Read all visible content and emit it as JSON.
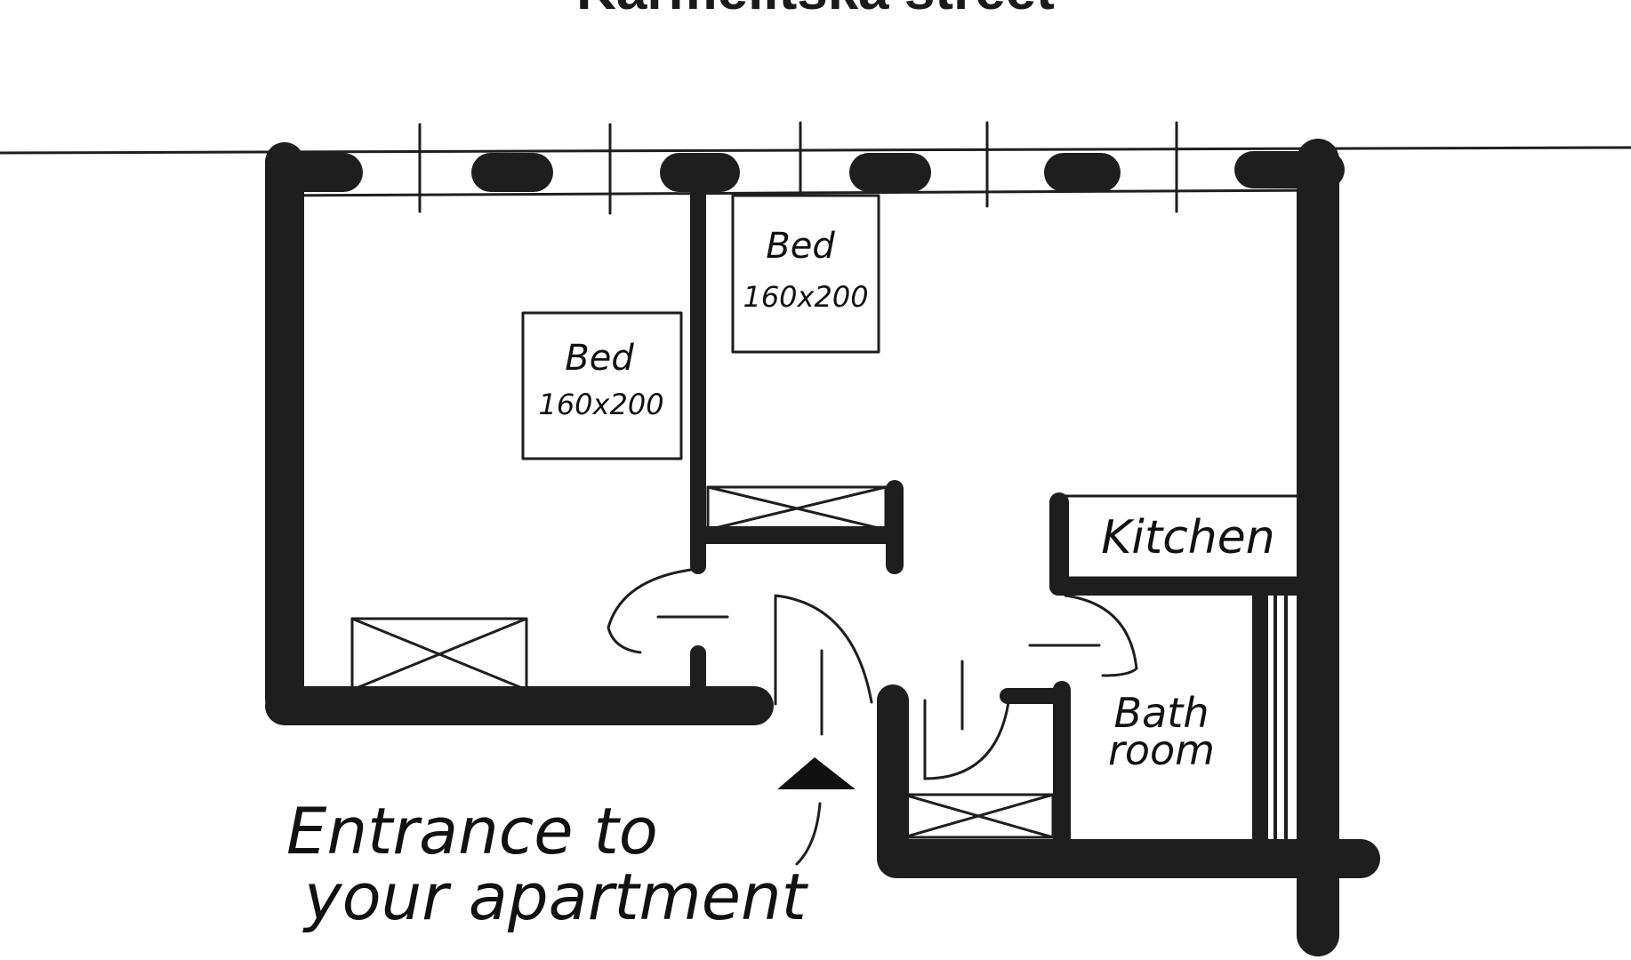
{
  "street": {
    "title": "Karmelitská street"
  },
  "rooms": {
    "bed_left": {
      "label": "Bed",
      "size": "160x200"
    },
    "bed_middle": {
      "label": "Bed",
      "size": "160x200"
    },
    "kitchen": {
      "label": "Kitchen"
    },
    "bathroom": {
      "line1": "Bath",
      "line2": "room"
    }
  },
  "entrance": {
    "line1": "Entrance to",
    "line2": "your apartment"
  },
  "colors": {
    "ink": "#1e1e1e",
    "background": "#ffffff"
  }
}
